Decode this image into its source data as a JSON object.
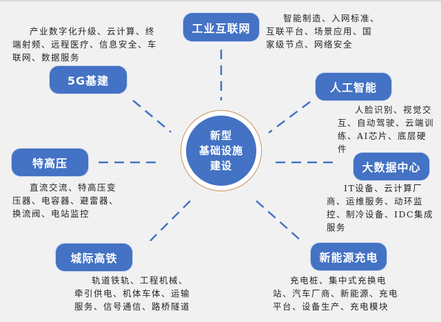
{
  "diagram": {
    "center": {
      "lines": [
        "新型",
        "基础设施",
        "建设"
      ],
      "fill_color": "#4472c4",
      "ring_color": "#c8905a"
    },
    "nodes": [
      {
        "id": "5g",
        "label": "5G基建",
        "description": "产业数字化升级、云计算、终端射频、远程医疗、信息安全、车联网、数据服务"
      },
      {
        "id": "industrial-internet",
        "label": "工业互联网",
        "description": "智能制造、入网标准、互联平台、场景应用、国家级节点、网络安全"
      },
      {
        "id": "ai",
        "label": "人工智能",
        "description": "人脸识别、视觉交互、自动驾驶、云端训练、AI芯片、底层硬件"
      },
      {
        "id": "uhv",
        "label": "特高压",
        "description": "直流交流、特高压变压器、电容器、避雷器、换流阀、电站监控"
      },
      {
        "id": "data-center",
        "label": "大数据中心",
        "description": "IT设备、云计算厂商、运维服务、动环监控、制冷设备、IDC集成服务"
      },
      {
        "id": "intercity-rail",
        "label": "城际高铁",
        "description": "轨道铁轨、工程机械、牵引供电、机体车体、运输服务、信号通信、路桥隧道"
      },
      {
        "id": "ev-charging",
        "label": "新能源充电",
        "description": "充电桩、集中式充换电站、汽车厂商、新能源、充电平台、设备生产、充电模块"
      }
    ],
    "colors": {
      "node_fill": "#4472c4",
      "connector": "#4472c4",
      "background": "#f1f1f2",
      "text": "#222222"
    }
  }
}
